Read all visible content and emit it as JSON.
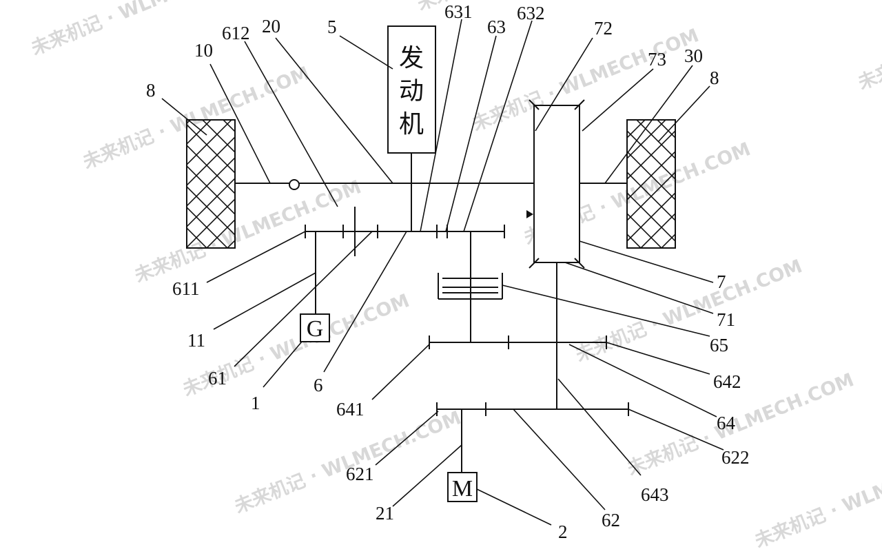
{
  "diagram": {
    "engine_chars": [
      "发",
      "动",
      "机"
    ],
    "generator_label": "G",
    "motor_label": "M",
    "callouts": {
      "c8_left": "8",
      "c10": "10",
      "c612": "612",
      "c20": "20",
      "c5": "5",
      "c631": "631",
      "c63": "63",
      "c632": "632",
      "c72": "72",
      "c73": "73",
      "c30": "30",
      "c8_right": "8",
      "c611": "611",
      "c11": "11",
      "c61": "61",
      "c1": "1",
      "c6": "6",
      "c641": "641",
      "c65": "65",
      "c7": "7",
      "c71": "71",
      "c642": "642",
      "c64": "64",
      "c621": "621",
      "c21": "21",
      "c62": "62",
      "c643": "643",
      "c622": "622",
      "c2": "2"
    }
  },
  "watermark": {
    "text": "未来机记 · WLMECH.COM"
  }
}
